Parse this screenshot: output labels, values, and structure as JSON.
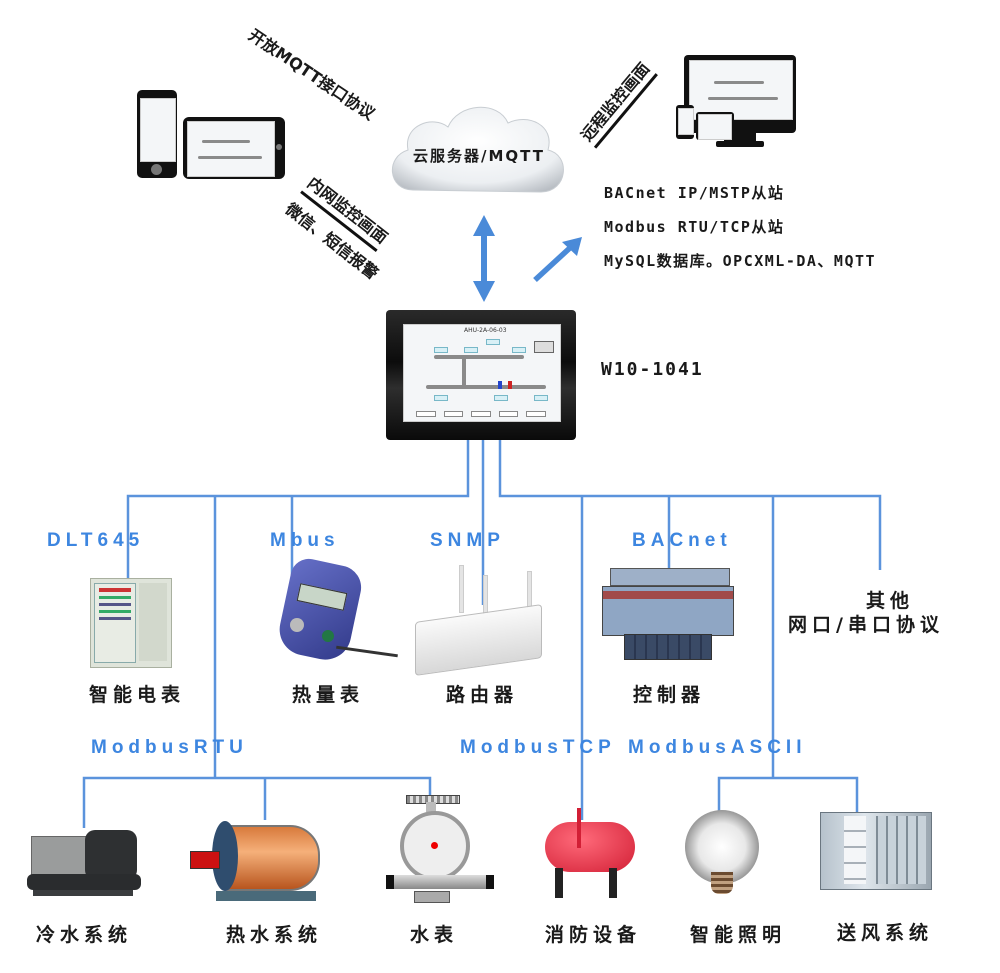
{
  "cloud": {
    "label": "云服务器/MQTT"
  },
  "annotations": {
    "open_mqtt": "开放MQTT接口协议",
    "intranet_monitor": "内网监控画面",
    "alarm": "微信、短信报警",
    "remote_monitor": "远程监控画面"
  },
  "capabilities": [
    "BACnet IP/MSTP从站",
    "Modbus RTU/TCP从站",
    "MySQL数据库。OPCXML-DA、MQTT"
  ],
  "gateway": {
    "model": "W10-1041",
    "screen_title": "AHU-2A-06-03"
  },
  "protocols": {
    "dlt645": "DLT645",
    "mbus": "Mbus",
    "snmp": "SNMP",
    "bacnet": "BACnet",
    "modbus_rtu": "ModbusRTU",
    "modbus_tcp": "ModbusTCP",
    "modbus_ascii": "ModbusASCII"
  },
  "devices_top": [
    {
      "label": "智能电表",
      "icon": "electric-cabinet-icon"
    },
    {
      "label": "热量表",
      "icon": "heat-meter-icon"
    },
    {
      "label": "路由器",
      "icon": "router-icon"
    },
    {
      "label": "控制器",
      "icon": "plc-controller-icon"
    }
  ],
  "other": {
    "line1": "其他",
    "line2": "网口/串口协议"
  },
  "devices_bottom": [
    {
      "label": "冷水系统",
      "icon": "chiller-icon"
    },
    {
      "label": "热水系统",
      "icon": "boiler-icon"
    },
    {
      "label": "水表",
      "icon": "water-meter-icon"
    },
    {
      "label": "消防设备",
      "icon": "fire-tank-icon"
    },
    {
      "label": "智能照明",
      "icon": "led-bulb-icon"
    },
    {
      "label": "送风系统",
      "icon": "air-handler-icon"
    }
  ],
  "colors": {
    "line": "#5b93dc",
    "arrow": "#4a8ad8",
    "protocol_text": "#3d86e0"
  }
}
